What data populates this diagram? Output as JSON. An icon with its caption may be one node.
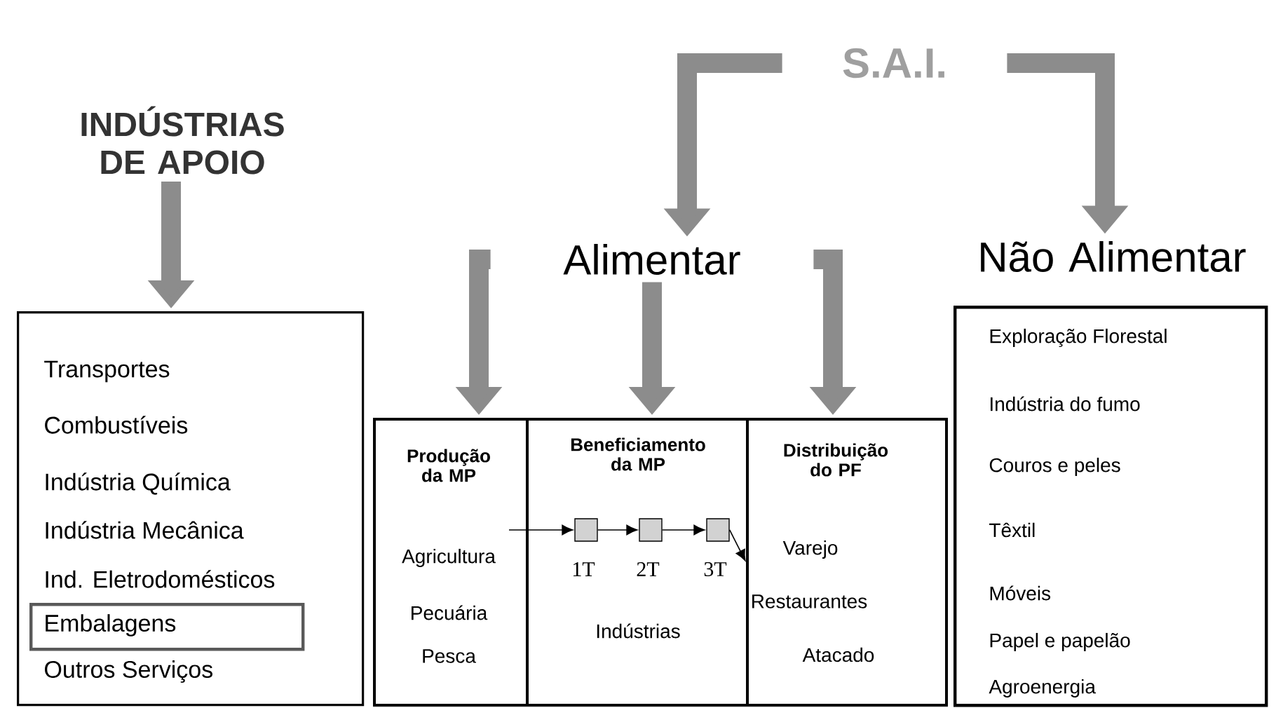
{
  "diagram": {
    "nodes": [
      {
        "text": [
          "S.A.I."
        ]
      },
      {
        "text": [
          "INDÚSTRIAS DE APOIO"
        ]
      },
      {
        "text": [
          "Transportes",
          "Combustíveis",
          "Indústria Química",
          "Indústria Mecânica",
          "Ind. Eletrodomésticos",
          "Outros Serviços"
        ]
      },
      {
        "text": [
          "Embalagens"
        ],
        "in": 2
      },
      {
        "text": [
          "Alimentar"
        ]
      },
      {
        "text": [
          "Não Alimentar"
        ]
      },
      {
        "text": [
          "Exploração Florestal",
          "Indústria do fumo",
          "Couros e peles",
          "Têxtil",
          "Móveis",
          "Papel e papelão",
          "Agroenergia"
        ]
      },
      {
        "text": [
          "Produção da MP",
          "Agricultura",
          "Pecuária",
          "Pesca"
        ]
      },
      {
        "text": [
          "Beneficiamento da MP",
          "Indústrias"
        ]
      },
      {
        "text": [],
        "shape": "box",
        "beside": [
          "1T"
        ],
        "in": 8
      },
      {
        "text": [],
        "shape": "box",
        "beside": [
          "2T"
        ],
        "in": 8
      },
      {
        "text": [],
        "shape": "box",
        "beside": [
          "3T"
        ],
        "in": 8
      },
      {
        "text": [
          "Distribuição do PF",
          "Varejo",
          "Restaurantes",
          "Atacado"
        ]
      }
    ],
    "edges": [
      {
        "from": 0,
        "to": 4,
        "arrow": "to"
      },
      {
        "from": 0,
        "to": 5,
        "arrow": "to"
      },
      {
        "from": 1,
        "to": 2,
        "arrow": "to"
      },
      {
        "from": 4,
        "to": 7,
        "arrow": "to"
      },
      {
        "from": 4,
        "to": 8,
        "arrow": "to"
      },
      {
        "from": 4,
        "to": 12,
        "arrow": "to"
      },
      {
        "from": 7,
        "to": 9,
        "arrow": "to",
        "color": "#000000"
      },
      {
        "from": 9,
        "to": 10,
        "arrow": "to",
        "color": "#000000"
      },
      {
        "from": 10,
        "to": 11,
        "arrow": "to",
        "color": "#000000"
      },
      {
        "from": 11,
        "to": 12,
        "arrow": "to",
        "color": "#000000"
      }
    ]
  }
}
